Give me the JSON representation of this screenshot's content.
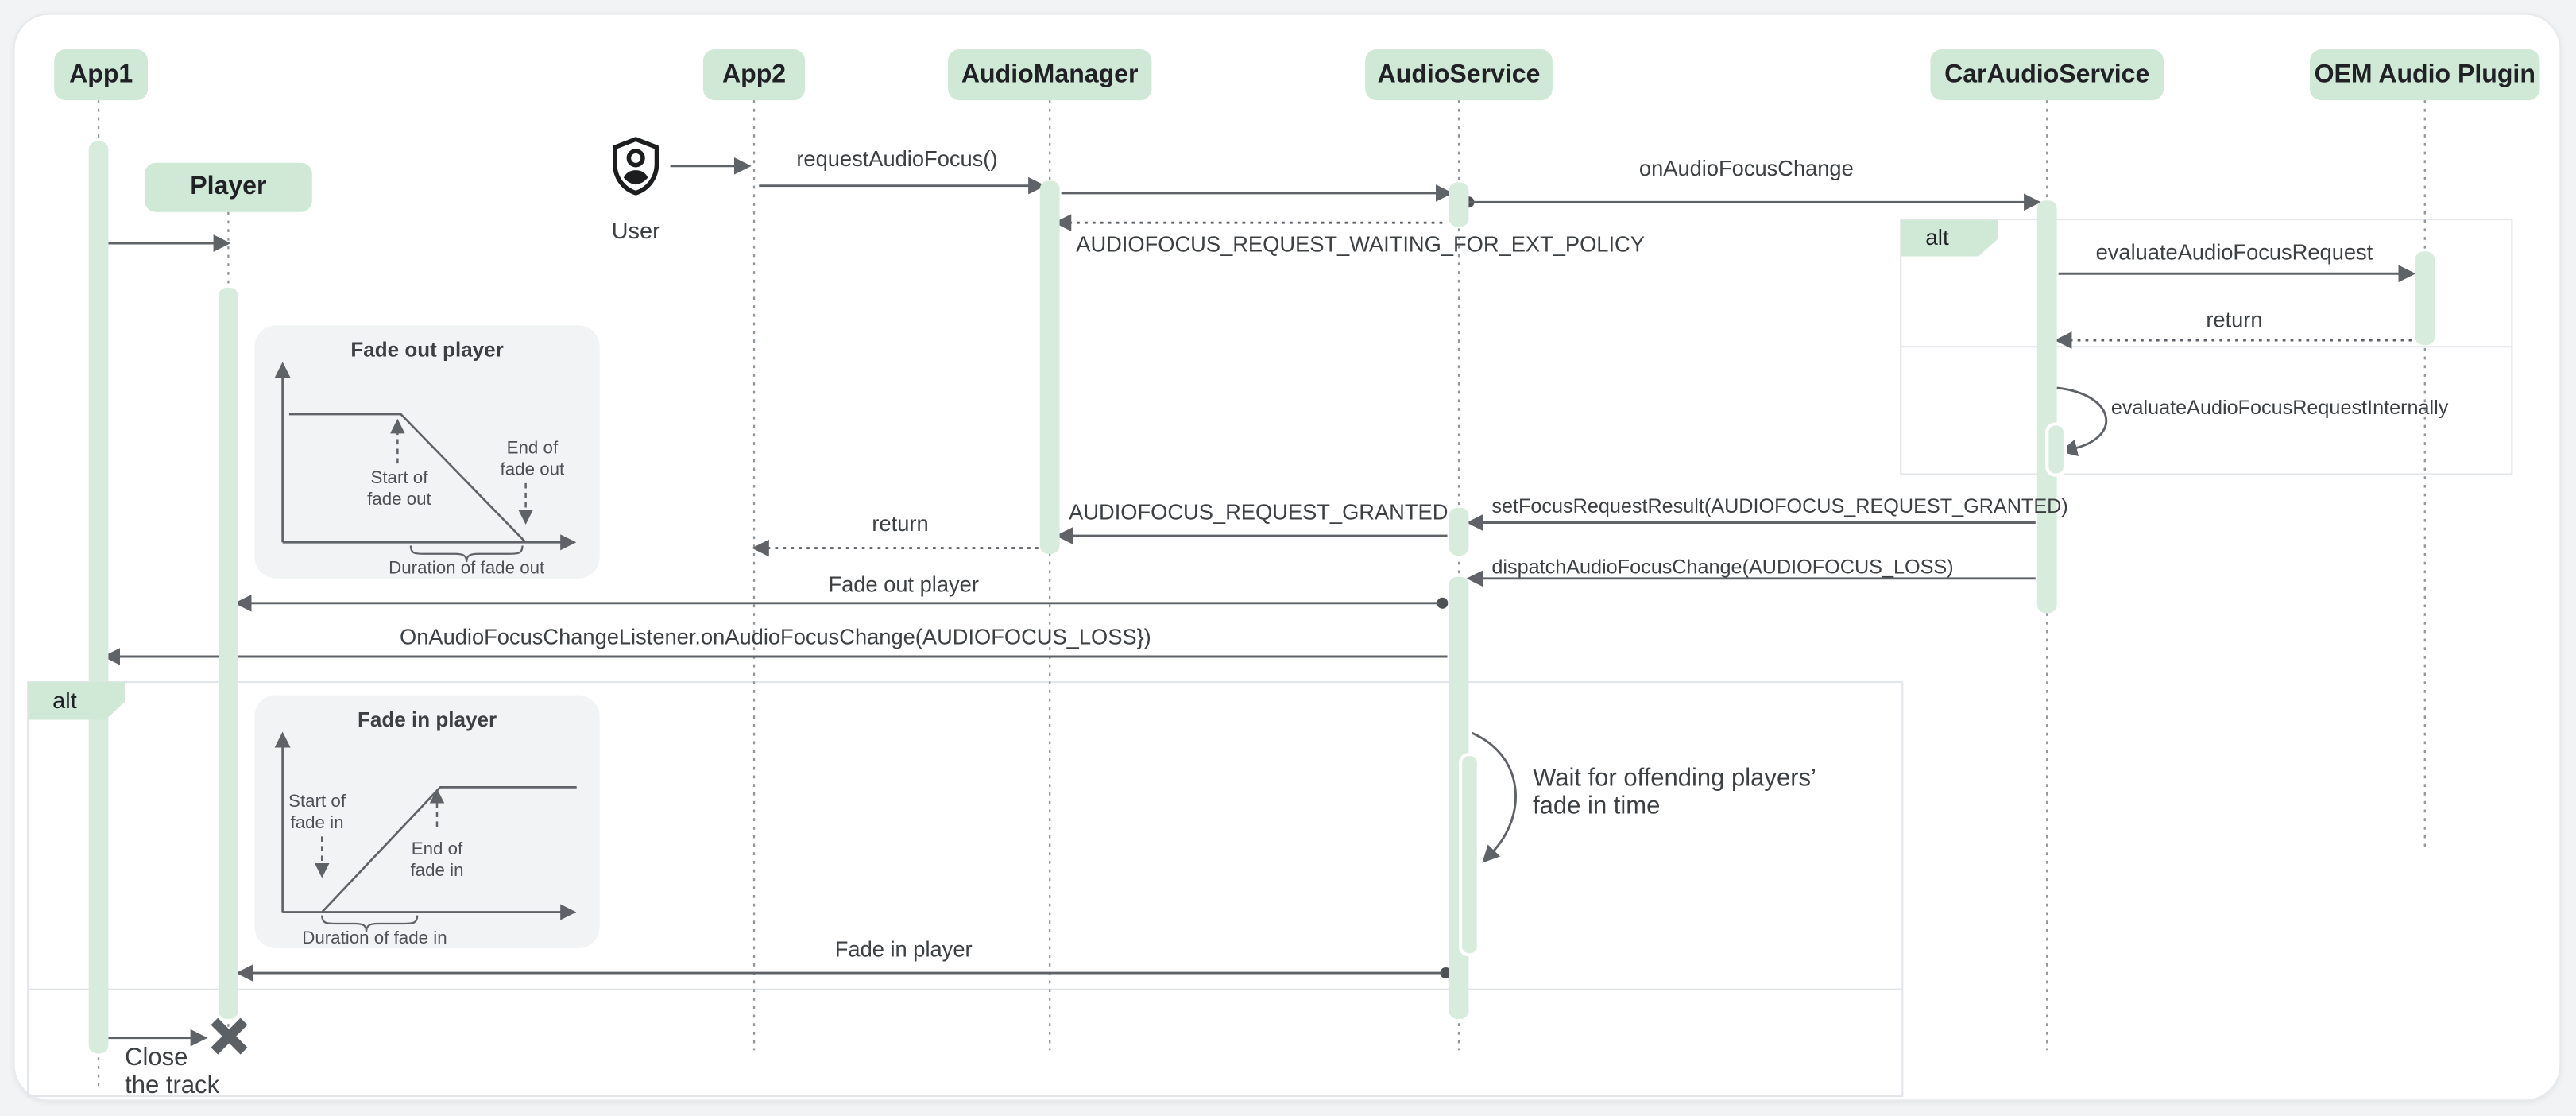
{
  "participants": [
    {
      "label": "App1"
    },
    {
      "label": "App2"
    },
    {
      "label": "AudioManager"
    },
    {
      "label": "AudioService"
    },
    {
      "label": "CarAudioService"
    },
    {
      "label": "OEM Audio Plugin"
    }
  ],
  "objects": {
    "player": "Player",
    "user": "User"
  },
  "alt": {
    "first": "alt",
    "second": "alt"
  },
  "messages": {
    "request_audio_focus": "requestAudioFocus()",
    "on_audio_focus_change": "onAudioFocusChange",
    "waiting_ext_policy": "AUDIOFOCUS_REQUEST_WAITING_FOR_EXT_POLICY",
    "evaluate_request": "evaluateAudioFocusRequest",
    "return_from_oem": "return",
    "evaluate_internally": "evaluateAudioFocusRequestInternally",
    "set_focus_request_result": "setFocusRequestResult(AUDIOFOCUS_REQUEST_GRANTED)",
    "request_granted": "AUDIOFOCUS_REQUEST_GRANTED",
    "return_to_app2": "return",
    "dispatch_focus_change": "dispatchAudioFocusChange(AUDIOFOCUS_LOSS)",
    "fade_out_player": "Fade out player",
    "listener_focus_loss": "OnAudioFocusChangeListener.onAudioFocusChange(AUDIOFOCUS_LOSS})",
    "wait_line1": "Wait for offending players’",
    "wait_line2": "fade in time",
    "fade_in_player": "Fade in player",
    "close_line1": "Close",
    "close_line2": "the track"
  },
  "insets": {
    "fade_out": {
      "title": "Fade out player",
      "start_line1": "Start of",
      "start_line2": "fade out",
      "end_line1": "End of",
      "end_line2": "fade out",
      "duration": "Duration of fade out"
    },
    "fade_in": {
      "title": "Fade in player",
      "start_line1": "Start of",
      "start_line2": "fade in",
      "end_line1": "End of",
      "end_line2": "fade in",
      "duration": "Duration of fade in"
    }
  },
  "icons": {
    "user": "shield-person-icon",
    "terminate": "x-icon"
  },
  "colors": {
    "participant_green": "#cfe9d6",
    "activation_green": "#d7ecdc",
    "arrow_gray": "#5f6368",
    "text_dark": "#3c4043",
    "frame_border": "#e2e5e9",
    "canvas": "#ffffff",
    "page_background": "#f1f3f4"
  }
}
